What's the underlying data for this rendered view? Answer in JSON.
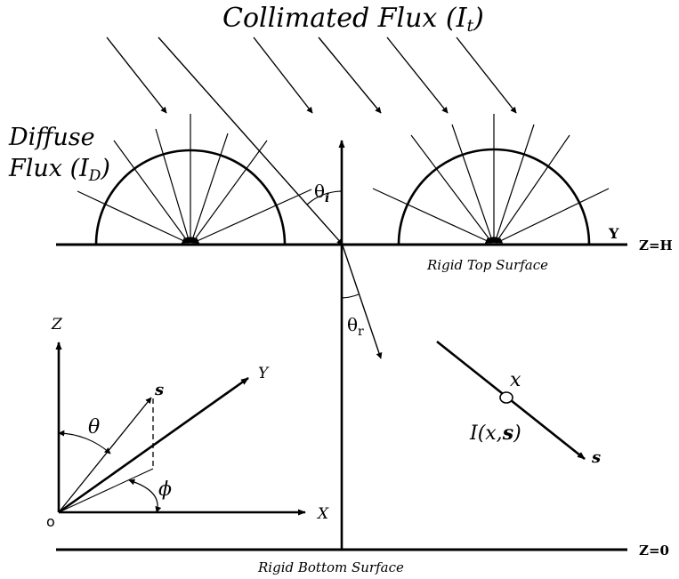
{
  "title": {
    "main": "Collimated Flux (I",
    "sub": "t",
    "close": ")"
  },
  "diffuse": {
    "line1": "Diffuse",
    "line2_main": "Flux (I",
    "line2_sub": "D",
    "line2_close": ")"
  },
  "theta_i": {
    "main": "θ",
    "sub": "i"
  },
  "theta_r": {
    "main": "θ",
    "sub": "r"
  },
  "top_axis": "Y",
  "zh": "Z=H",
  "z0": "Z=0",
  "top_surface": "Rigid Top Surface",
  "bottom_surface": "Rigid Bottom Surface",
  "coord": {
    "z": "Z",
    "y": "Y",
    "x": "X",
    "o": "o",
    "s": "s",
    "theta": "θ",
    "phi": "ϕ"
  },
  "ray": {
    "point": "x",
    "intensity_pre": "I(x,",
    "intensity_s": "s",
    "intensity_post": ")",
    "s": "s"
  }
}
